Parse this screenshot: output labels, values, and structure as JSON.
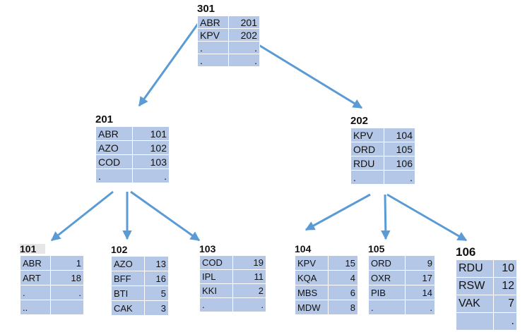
{
  "colors": {
    "cell": "#b4c7e7",
    "arrow": "#5b9bd5",
    "header_gray": "#e7e6e6"
  },
  "nodes": {
    "n301": {
      "title": "301",
      "rows": [
        [
          "ABR",
          "201"
        ],
        [
          "KPV",
          "202"
        ],
        [
          ".",
          "."
        ],
        [
          ".",
          "."
        ]
      ]
    },
    "n201": {
      "title": "201",
      "rows": [
        [
          "ABR",
          "101"
        ],
        [
          "AZO",
          "102"
        ],
        [
          "COD",
          "103"
        ],
        [
          ".",
          "."
        ]
      ]
    },
    "n202": {
      "title": "202",
      "rows": [
        [
          "KPV",
          "104"
        ],
        [
          "ORD",
          "105"
        ],
        [
          "RDU",
          "106"
        ],
        [
          ".",
          "."
        ]
      ]
    },
    "n101": {
      "title": "101",
      "rows": [
        [
          "ABR",
          "1"
        ],
        [
          "ART",
          "18"
        ],
        [
          ".",
          "."
        ],
        [
          "..",
          ""
        ]
      ]
    },
    "n102": {
      "title": "102",
      "rows": [
        [
          "AZO",
          "13"
        ],
        [
          "BFF",
          "16"
        ],
        [
          "BTI",
          "5"
        ],
        [
          "CAK",
          "3"
        ]
      ]
    },
    "n103": {
      "title": "103",
      "rows": [
        [
          "COD",
          "19"
        ],
        [
          "IPL",
          "11"
        ],
        [
          "KKI",
          "2"
        ],
        [
          ".",
          "."
        ]
      ]
    },
    "n104": {
      "title": "104",
      "rows": [
        [
          "KPV",
          "15"
        ],
        [
          "KQA",
          "4"
        ],
        [
          "MBS",
          "6"
        ],
        [
          "MDW",
          "8"
        ]
      ]
    },
    "n105": {
      "title": "105",
      "rows": [
        [
          "ORD",
          "9"
        ],
        [
          "OXR",
          "17"
        ],
        [
          "PIB",
          "14"
        ],
        [
          ".",
          "."
        ]
      ]
    },
    "n106": {
      "title": "106",
      "rows": [
        [
          "RDU",
          "10"
        ],
        [
          "RSW",
          "12"
        ],
        [
          "VAK",
          "7"
        ],
        [
          "",
          "."
        ]
      ]
    }
  }
}
